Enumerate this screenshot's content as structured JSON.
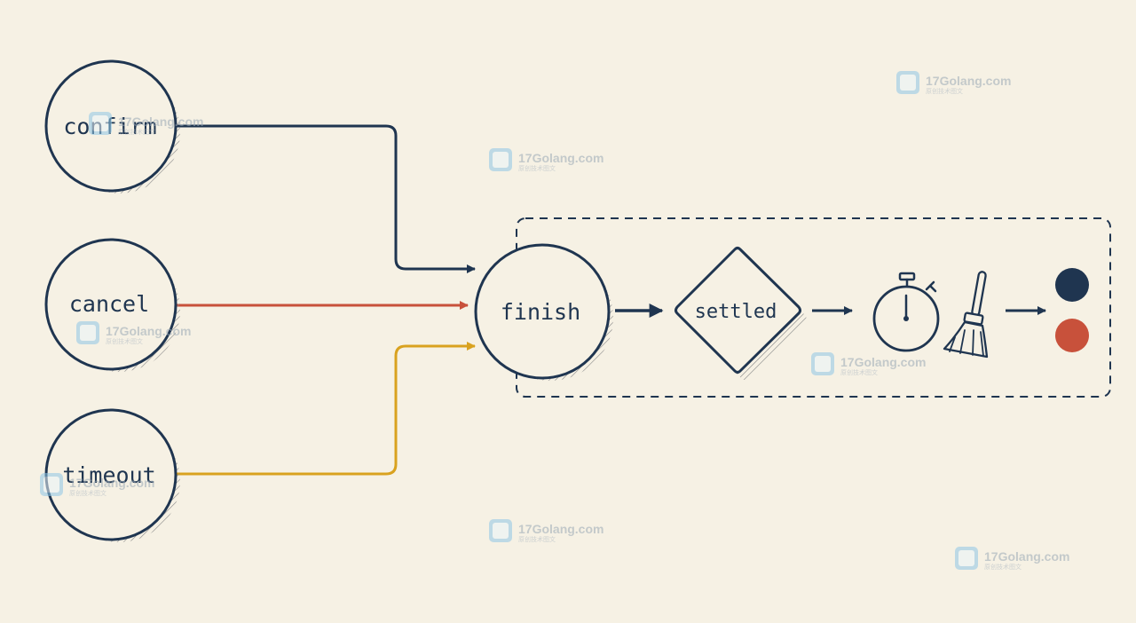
{
  "nodes": {
    "confirm": "confirm",
    "cancel": "cancel",
    "timeout": "timeout",
    "finish": "finish",
    "settled": "settled"
  },
  "colors": {
    "navy": "#1f3550",
    "red": "#c8513b",
    "gold": "#d9a21f",
    "background": "#f6f1e4"
  },
  "icons": [
    "stopwatch-icon",
    "broom-icon"
  ],
  "watermark": {
    "title": "17Golang.com",
    "subtitle": "原创技术图文"
  }
}
